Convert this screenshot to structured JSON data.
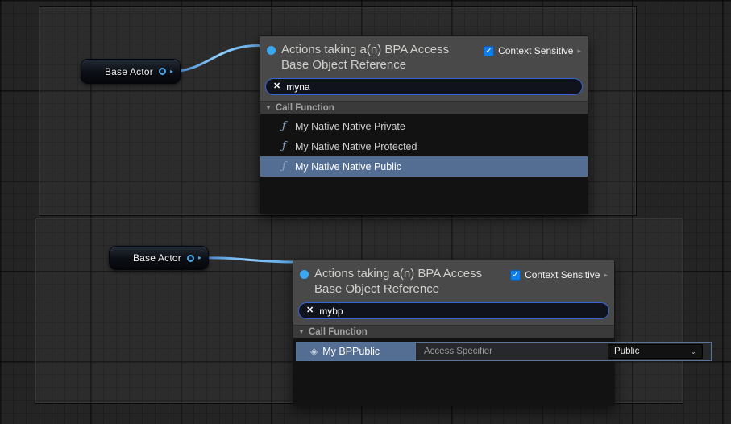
{
  "colors": {
    "selection_blue": "#546e93",
    "search_border_blue": "#3565d8",
    "checkbox_blue": "#0f7ee8",
    "wire_blue": "#5fa8e8",
    "pin_blue": "#4fa8e8",
    "header_gray": "#494949",
    "list_dark": "#121212"
  },
  "icons": {
    "check": "✓",
    "clear": "✕",
    "triangle_down": "▼",
    "arrow_right": "▸",
    "chevron_down": "⌄",
    "function_glyph": "ƒ",
    "bp_diamond": "◈",
    "pin_arrow": "▸"
  },
  "nodes": {
    "base_actor_top": {
      "label": "Base Actor"
    },
    "base_actor_bottom": {
      "label": "Base Actor"
    }
  },
  "menu_top": {
    "title_line1": "Actions taking a(n) BPA Access",
    "title_line2": "Base Object Reference",
    "context_sensitive_label": "Context Sensitive",
    "search_value": "myna",
    "category": "Call Function",
    "items": [
      {
        "label": "My Native Native Private",
        "selected": false
      },
      {
        "label": "My Native Native Protected",
        "selected": false
      },
      {
        "label": "My Native Native Public",
        "selected": true
      }
    ]
  },
  "menu_bottom": {
    "title_line1": "Actions taking a(n) BPA Access",
    "title_line2": "Base Object Reference",
    "context_sensitive_label": "Context Sensitive",
    "search_value": "mybp",
    "category": "Call Function",
    "selected_item": "My BPPublic",
    "detail": {
      "label": "Access Specifier",
      "value": "Public"
    }
  }
}
